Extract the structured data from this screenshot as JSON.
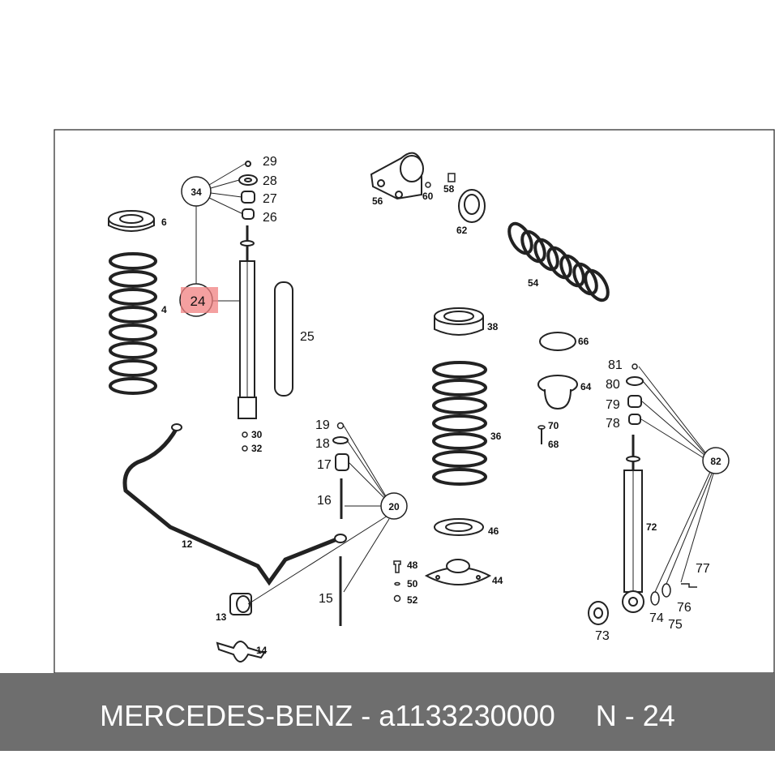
{
  "footer": {
    "brand": "MERCEDES-BENZ",
    "part_number": "a1133230000",
    "ref": "N - 24"
  },
  "highlight": {
    "label": "24",
    "color": "#f08080"
  },
  "callouts": [
    {
      "id": "29",
      "text": "29"
    },
    {
      "id": "28",
      "text": "28"
    },
    {
      "id": "27",
      "text": "27"
    },
    {
      "id": "26",
      "text": "26"
    },
    {
      "id": "6",
      "text": "6"
    },
    {
      "id": "4",
      "text": "4"
    },
    {
      "id": "25",
      "text": "25"
    },
    {
      "id": "30",
      "text": "30"
    },
    {
      "id": "32",
      "text": "32"
    },
    {
      "id": "56",
      "text": "56"
    },
    {
      "id": "60",
      "text": "60"
    },
    {
      "id": "58",
      "text": "58"
    },
    {
      "id": "62",
      "text": "62"
    },
    {
      "id": "54",
      "text": "54"
    },
    {
      "id": "38",
      "text": "38"
    },
    {
      "id": "66",
      "text": "66"
    },
    {
      "id": "64",
      "text": "64"
    },
    {
      "id": "70",
      "text": "70"
    },
    {
      "id": "68",
      "text": "68"
    },
    {
      "id": "36",
      "text": "36"
    },
    {
      "id": "81",
      "text": "81"
    },
    {
      "id": "80",
      "text": "80"
    },
    {
      "id": "79",
      "text": "79"
    },
    {
      "id": "78",
      "text": "78"
    },
    {
      "id": "19",
      "text": "19"
    },
    {
      "id": "18",
      "text": "18"
    },
    {
      "id": "17",
      "text": "17"
    },
    {
      "id": "16",
      "text": "16"
    },
    {
      "id": "15",
      "text": "15"
    },
    {
      "id": "12",
      "text": "12"
    },
    {
      "id": "13",
      "text": "13"
    },
    {
      "id": "14",
      "text": "14"
    },
    {
      "id": "48",
      "text": "48"
    },
    {
      "id": "50",
      "text": "50"
    },
    {
      "id": "52",
      "text": "52"
    },
    {
      "id": "46",
      "text": "46"
    },
    {
      "id": "44",
      "text": "44"
    },
    {
      "id": "72",
      "text": "72"
    },
    {
      "id": "73",
      "text": "73"
    },
    {
      "id": "74",
      "text": "74"
    },
    {
      "id": "75",
      "text": "75"
    },
    {
      "id": "76",
      "text": "76"
    },
    {
      "id": "77",
      "text": "77"
    }
  ],
  "circle_callouts": [
    {
      "id": "34",
      "text": "34"
    },
    {
      "id": "20",
      "text": "20"
    },
    {
      "id": "82",
      "text": "82"
    }
  ]
}
